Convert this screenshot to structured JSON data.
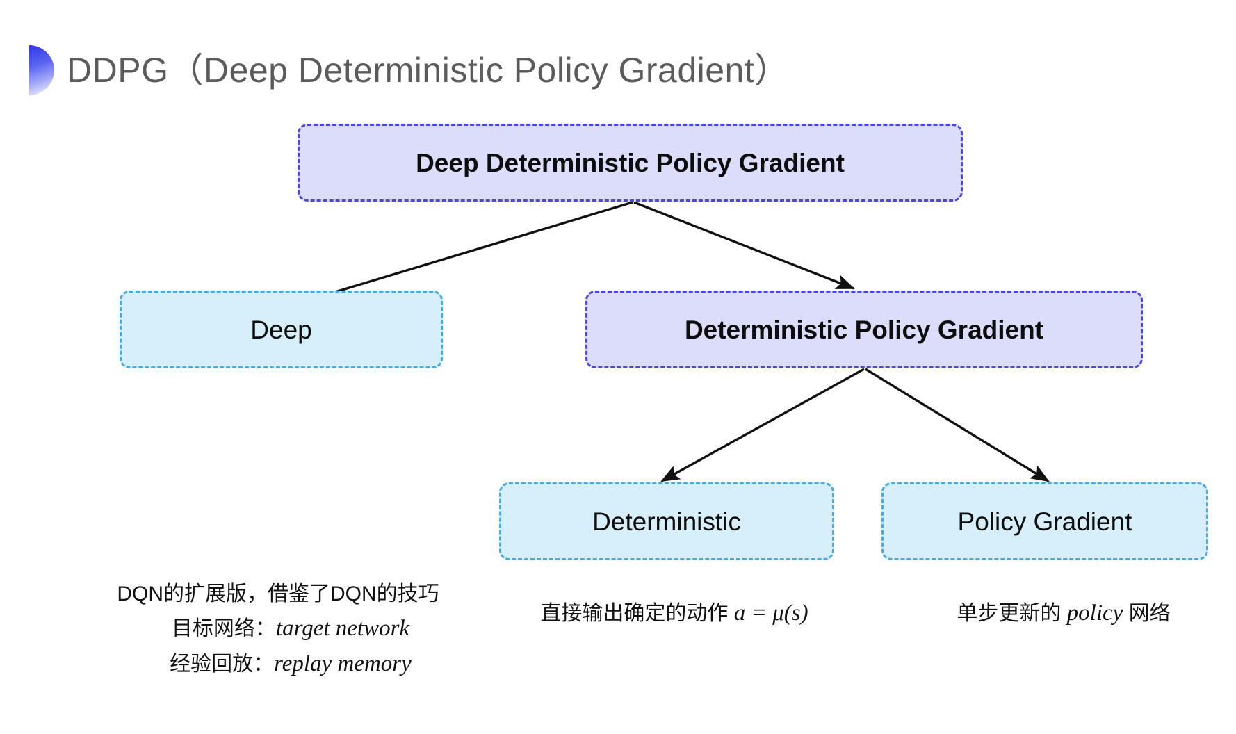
{
  "slide": {
    "title": "DDPG（Deep Deterministic Policy Gradient）",
    "background": "#ffffff"
  },
  "colors": {
    "purple_fill": "#dcdcfb",
    "purple_border": "#4a46e0",
    "cyan_fill": "#d7effa",
    "cyan_border": "#49a9e0",
    "title_text": "#5b5b5b",
    "arrow": "#111111",
    "bullet_gradient_start": "#2f36e8",
    "bullet_gradient_end": "#ffffff"
  },
  "diagram": {
    "nodes": {
      "root": {
        "label": "Deep Deterministic Policy Gradient",
        "style": "purple"
      },
      "deep": {
        "label": "Deep",
        "style": "cyan"
      },
      "dpg": {
        "label": "Deterministic Policy Gradient",
        "style": "purple"
      },
      "deterministic": {
        "label": "Deterministic",
        "style": "cyan"
      },
      "policy_gradient": {
        "label": "Policy Gradient",
        "style": "cyan"
      }
    },
    "edges": [
      {
        "from": "root",
        "to": "deep"
      },
      {
        "from": "root",
        "to": "dpg"
      },
      {
        "from": "dpg",
        "to": "deterministic"
      },
      {
        "from": "dpg",
        "to": "policy_gradient"
      }
    ]
  },
  "captions": {
    "deep": {
      "line1": "DQN的扩展版，借鉴了DQN的技巧",
      "line2_label": "目标网络：",
      "line2_term": "target network",
      "line3_label": "经验回放：",
      "line3_term": "replay memory"
    },
    "deterministic": {
      "line1": "直接输出确定的动作",
      "formula_lhs": "a",
      "formula_eq": "=",
      "formula_rhs": "μ(s)"
    },
    "policy_gradient": {
      "line1": "单步更新的",
      "line2_term": "policy",
      "line2_suffix": "网络"
    }
  }
}
